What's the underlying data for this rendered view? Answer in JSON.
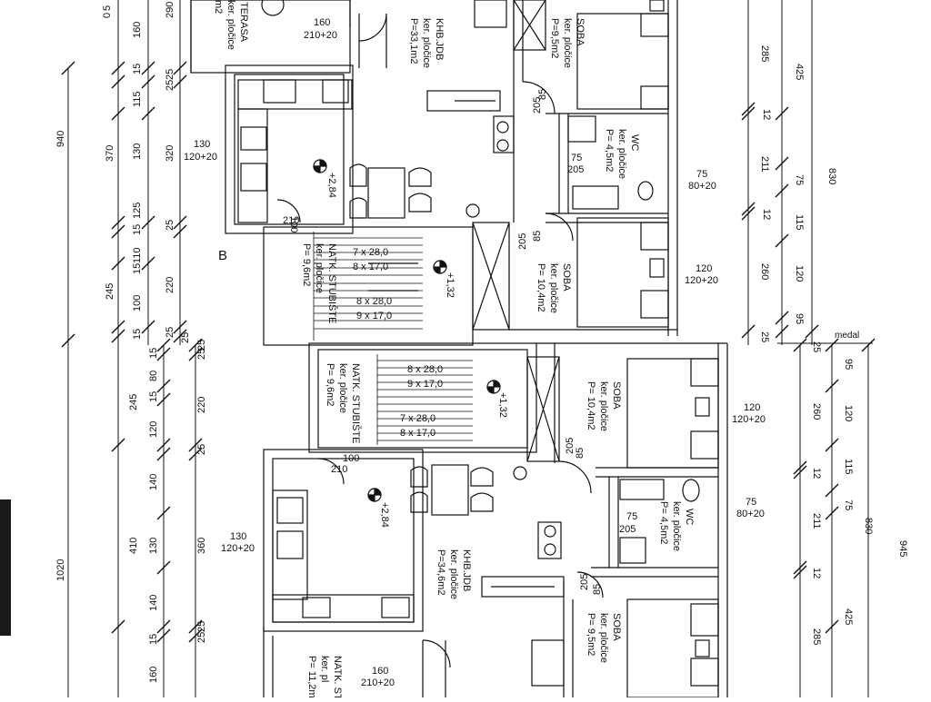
{
  "colors": {
    "ink": "#111111",
    "paper": "#ffffff",
    "dark_edge": "#1a1a1a"
  },
  "rooms_top": {
    "living": {
      "name": "KHB.JDB",
      "floor": "ker. pločice",
      "area": "P=33,1m2"
    },
    "bedroom_1": {
      "name": "SOBA",
      "floor": "ker. pločice",
      "area": "P=9,5m2"
    },
    "wc": {
      "name": "WC",
      "floor": "ker. pločice",
      "area": "P= 4,5m2"
    },
    "bedroom_2": {
      "name": "SOBA",
      "floor": "ker. pločice",
      "area": "P= 10,4m2"
    },
    "stair": {
      "name": "NATK. STUBIŠTE",
      "floor": "ker. pločice",
      "area": "P= 9,6m2"
    },
    "terrace": {
      "name": "TERASA",
      "floor": "ker. pločice",
      "area": "m2"
    }
  },
  "rooms_bottom": {
    "living": {
      "name": "KHB.JDB",
      "floor": "ker. pločice",
      "area": "P=34,6m2"
    },
    "bedroom_1": {
      "name": "SOBA",
      "floor": "ker. pločice",
      "area": "P= 10,4m2"
    },
    "wc": {
      "name": "WC",
      "floor": "ker. pločice",
      "area": "P= 4,5m2"
    },
    "bedroom_2": {
      "name": "SOBA",
      "floor": "ker. pločice",
      "area": "P= 9,5m2"
    },
    "stair": {
      "name": "NATK. STUBIŠTE",
      "floor": "ker. pločice",
      "area": "P= 9,6m2"
    },
    "stair_2": {
      "name": "NATK. ST",
      "floor": "ker. pl",
      "area": "P= 11,2m"
    }
  },
  "stairs": {
    "top_a": "7 x 28,0",
    "top_b": "8 x 17,0",
    "top_c": "8 x 28,0",
    "top_d": "9 x 17,0",
    "bot_a": "8 x 28,0",
    "bot_b": "9 x 17,0",
    "bot_c": "7 x 28,0",
    "bot_d": "8 x 17,0"
  },
  "levels": {
    "l1": "+2,84",
    "l2": "+1,32",
    "l3": "+1,32",
    "l4": "+2,84"
  },
  "openings": {
    "d_160": "160",
    "d_210_20": "210+20",
    "d_130": "130",
    "d_120_20": "120+20",
    "d_120": "120",
    "d_75": "75",
    "d_80_20": "80+20",
    "d_85": "85",
    "d_205": "205",
    "d_100": "100",
    "d_210": "210"
  },
  "marks": {
    "b": "B",
    "medal": "medal"
  },
  "left_dims": {
    "outer_940": "940",
    "outer_1020": "1020",
    "mid": [
      "160",
      "15",
      "115",
      "370",
      "130",
      "125",
      "15",
      "110",
      "245",
      "15",
      "100",
      "15",
      "15",
      "80",
      "15",
      "245",
      "120",
      "140",
      "410",
      "130",
      "140",
      "15",
      "160"
    ],
    "inner": [
      "290",
      "25",
      "25",
      "320",
      "25",
      "220",
      "25",
      "25",
      "25",
      "25",
      "220",
      "25",
      "360",
      "25",
      "25"
    ],
    "top_stub": [
      "5",
      "0"
    ]
  },
  "right_dims": {
    "outer_830_a": "830",
    "outer_830_b": "830",
    "outer_945": "945",
    "top": [
      "285",
      "425",
      "12",
      "211",
      "75",
      "12",
      "115",
      "260",
      "120",
      "95",
      "25"
    ],
    "bottom": [
      "95",
      "120",
      "260",
      "115",
      "12",
      "75",
      "211",
      "12",
      "425",
      "285",
      "25"
    ]
  }
}
